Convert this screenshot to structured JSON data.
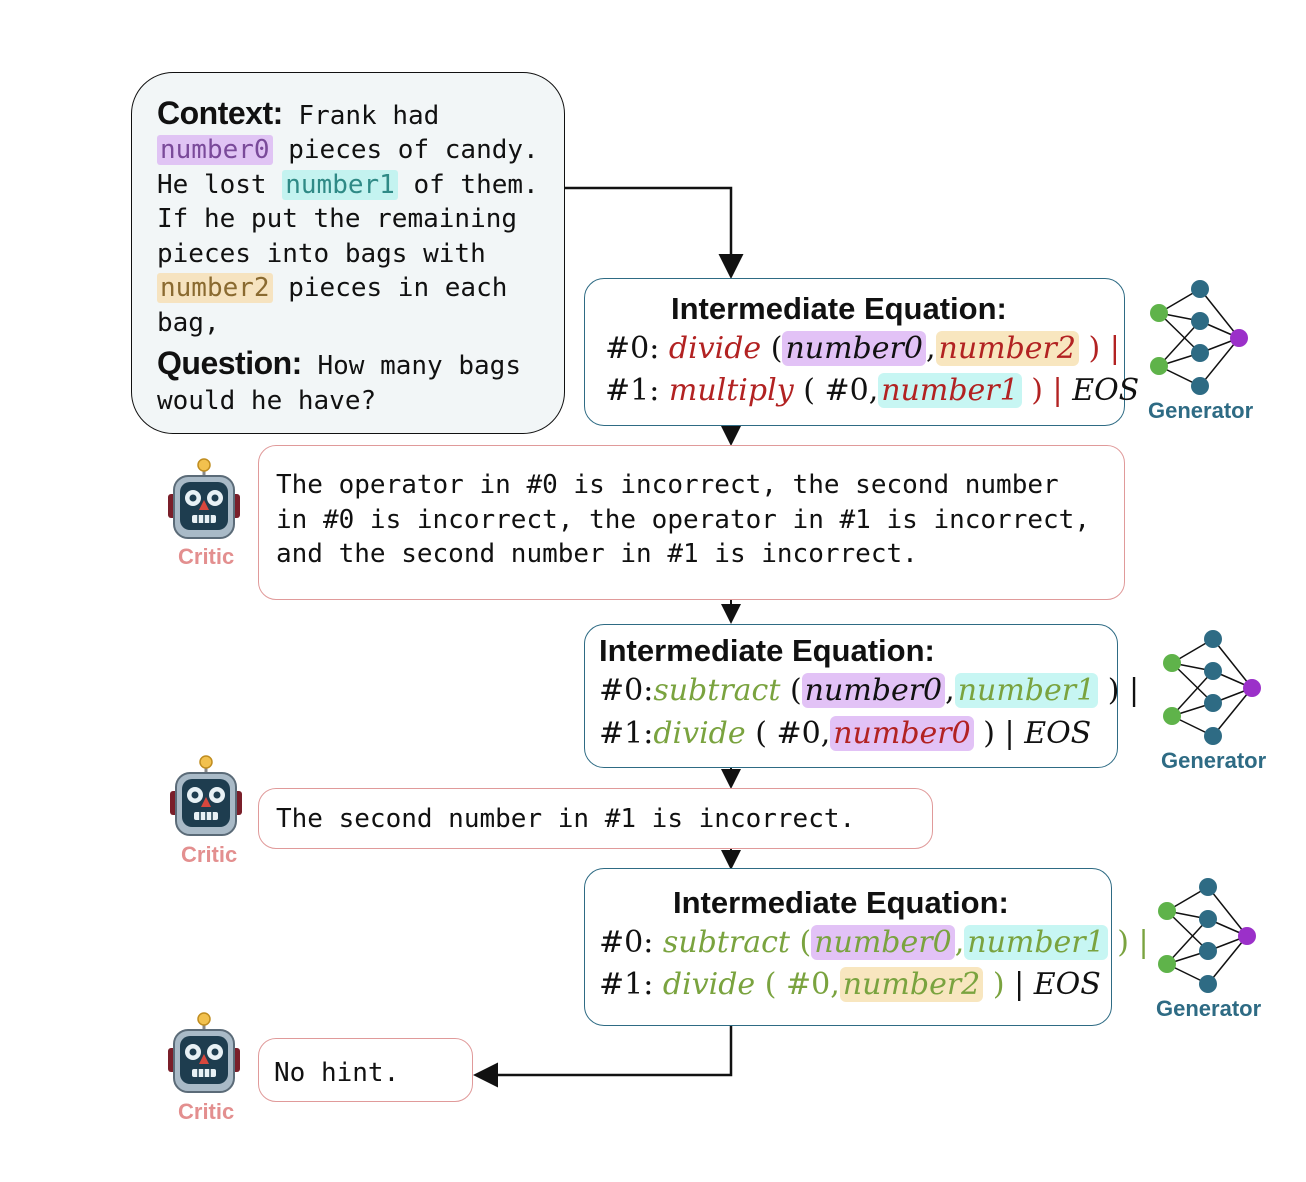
{
  "context": {
    "label": "Context:",
    "lines": [
      [
        "Frank had"
      ],
      [
        "number0",
        " pieces of candy."
      ],
      [
        "He lost ",
        "number1",
        " of them."
      ],
      [
        "If he put the remaining"
      ],
      [
        "pieces into bags with"
      ],
      [
        "number2",
        " pieces in each"
      ],
      [
        "bag,"
      ]
    ],
    "t_frank_had": "Frank had",
    "t_number0": "number0",
    "t_pieces_of_candy": " pieces of candy.",
    "t_he_lost": "He lost ",
    "t_number1": "number1",
    "t_of_them": " of them.",
    "t_line4": "If he put the remaining",
    "t_line5": "pieces into bags with",
    "t_number2": "number2",
    "t_pieces_in_each": " pieces in each",
    "t_line7": "bag,",
    "question_label": "Question:",
    "question_part1": "How many bags",
    "question_part2": "would he have?"
  },
  "equations": [
    {
      "title": "Intermediate Equation:",
      "l1_prefix": "#0:",
      "l1_op": "divide",
      "l1_open": "(",
      "l1_a": "number0",
      "l1_comma": ",",
      "l1_b": "number2",
      "l1_close": ")",
      "l1_sep": "|",
      "l2_prefix": "#1:",
      "l2_op": "multiply",
      "l2_open": "(",
      "l2_a": "#0,",
      "l2_b": "number1",
      "l2_close": ")",
      "l2_sep": "|",
      "l2_eos": "EOS",
      "generator_label": "Generator"
    },
    {
      "title": "Intermediate Equation:",
      "l1_prefix": "#0:",
      "l1_op": "subtract",
      "l1_open": "(",
      "l1_a": "number0",
      "l1_comma": ",",
      "l1_b": "number1",
      "l1_close": ")",
      "l1_sep": "|",
      "l2_prefix": "#1:",
      "l2_op": "divide",
      "l2_open": "(",
      "l2_a": "#0,",
      "l2_b": "number0",
      "l2_close": ")",
      "l2_sep": "|",
      "l2_eos": "EOS",
      "generator_label": "Generator"
    },
    {
      "title": "Intermediate Equation:",
      "l1_prefix": "#0:",
      "l1_op": "subtract",
      "l1_open": "(",
      "l1_a": "number0",
      "l1_comma": ",",
      "l1_b": "number1",
      "l1_close": ")",
      "l1_sep": "|",
      "l2_prefix": "#1:",
      "l2_op": "divide",
      "l2_open": "(",
      "l2_a": "#0,",
      "l2_b": "number2",
      "l2_close": ")",
      "l2_sep": "|",
      "l2_eos": "EOS",
      "generator_label": "Generator"
    }
  ],
  "critics": [
    {
      "line1": "The operator in #0 is incorrect, the second number",
      "line2": "in #0 is incorrect, the operator in #1 is incorrect,",
      "line3": "and the second number in #1 is incorrect.",
      "label": "Critic"
    },
    {
      "line1": "The second number in #1 is incorrect.",
      "label": "Critic"
    },
    {
      "line1": "No hint.",
      "label": "Critic"
    }
  ],
  "colors": {
    "generator_teal": "#2e6b84",
    "critic_pink": "#e38f8f",
    "wrong_red": "#b22222",
    "correct_green": "#7aa33f",
    "highlight_purple": "#e2c2f6",
    "highlight_cyan": "#c7f6f3",
    "highlight_orange": "#f8e6bf"
  },
  "icons": [
    "robot-icon",
    "neural-network-icon"
  ]
}
